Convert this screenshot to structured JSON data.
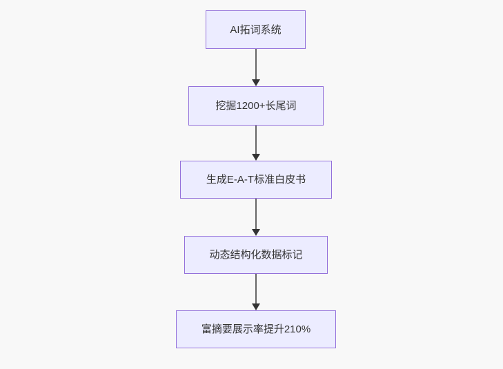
{
  "diagram": {
    "type": "flowchart",
    "direction": "top-down",
    "nodes": [
      {
        "id": "A",
        "label": "AI拓词系统"
      },
      {
        "id": "B",
        "label": "挖掘1200+长尾词"
      },
      {
        "id": "C",
        "label": "生成E-A-T标准白皮书"
      },
      {
        "id": "D",
        "label": "动态结构化数据标记"
      },
      {
        "id": "E",
        "label": "富摘要展示率提升210%"
      }
    ],
    "edges": [
      {
        "from": "A",
        "to": "B",
        "arrow": "down"
      },
      {
        "from": "B",
        "to": "C",
        "arrow": "down"
      },
      {
        "from": "C",
        "to": "D",
        "arrow": "down"
      },
      {
        "from": "D",
        "to": "E",
        "arrow": "down"
      }
    ],
    "colors": {
      "background": "#f8f8f8",
      "node_fill": "#ececff",
      "node_border": "#9370db",
      "text": "#333333",
      "edge_line": "#666666",
      "edge_head": "#333333"
    }
  }
}
